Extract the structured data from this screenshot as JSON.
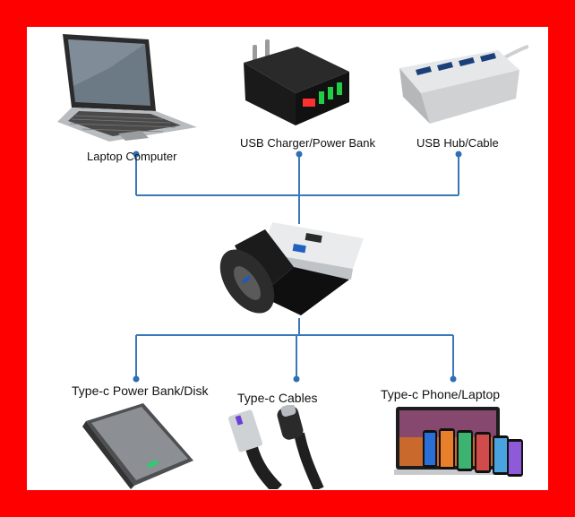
{
  "top_devices": [
    {
      "label": "Laptop Computer",
      "icon": "laptop-icon"
    },
    {
      "label": "USB Charger/Power Bank",
      "icon": "usb-charger-icon"
    },
    {
      "label": "USB Hub/Cable",
      "icon": "usb-hub-icon"
    }
  ],
  "center_adapter": {
    "icon": "usb-to-type-c-adapter-icon"
  },
  "bottom_devices": [
    {
      "label": "Type-c Power Bank/Disk",
      "icon": "power-bank-icon"
    },
    {
      "label": "Type-c Cables",
      "icon": "type-c-cable-icon"
    },
    {
      "label": "Type-c Phone/Laptop",
      "icon": "phones-laptop-icon"
    }
  ],
  "colors": {
    "border": "#ff0000",
    "background": "#ffffff",
    "connector_line": "#3a78b8",
    "connector_dot": "#2c6fb5"
  }
}
